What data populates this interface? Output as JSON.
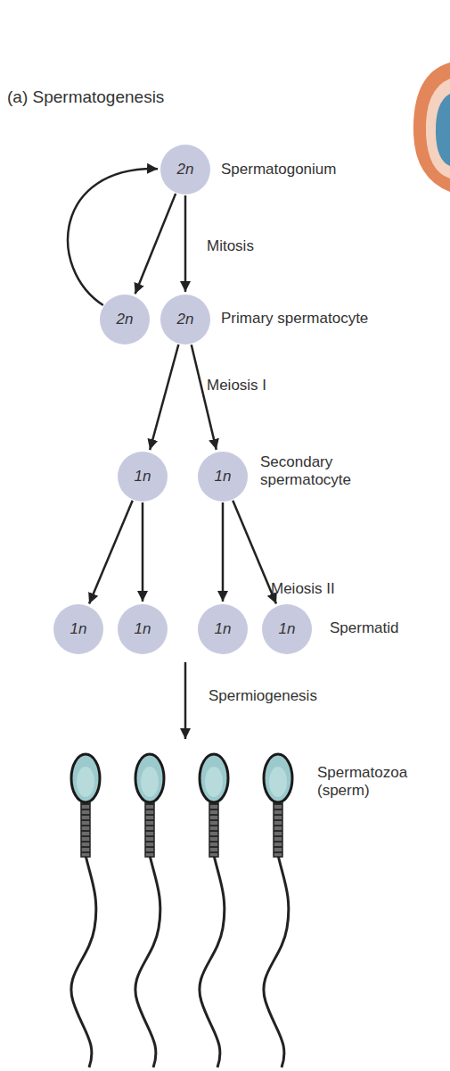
{
  "diagram": {
    "title": "(a) Spermatogenesis",
    "nodes": [
      {
        "text": [
          "2n"
        ]
      },
      {
        "text": [
          "2n"
        ]
      },
      {
        "text": [
          "2n"
        ]
      },
      {
        "text": [
          "1n"
        ]
      },
      {
        "text": [
          "1n"
        ]
      },
      {
        "text": [
          "1n"
        ]
      },
      {
        "text": [
          "1n"
        ]
      },
      {
        "text": [
          "1n"
        ]
      },
      {
        "text": [
          "1n"
        ]
      }
    ],
    "edges": [
      {
        "from": 0,
        "to": 1,
        "arrow": "to"
      },
      {
        "from": 0,
        "to": 2,
        "arrow": "to"
      },
      {
        "from": 1,
        "to": 0,
        "arrow": "to"
      },
      {
        "from": 2,
        "to": 3,
        "arrow": "to"
      },
      {
        "from": 2,
        "to": 4,
        "arrow": "to"
      },
      {
        "from": 3,
        "to": 5,
        "arrow": "to"
      },
      {
        "from": 3,
        "to": 6,
        "arrow": "to"
      },
      {
        "from": 4,
        "to": 7,
        "arrow": "to"
      },
      {
        "from": 4,
        "to": 8,
        "arrow": "to"
      }
    ],
    "labels": [
      "Spermatogonium",
      "Mitosis",
      "Primary spermatocyte",
      "Meiosis I",
      "Secondary spermatocyte",
      "Meiosis II",
      "Spermatid",
      "Spermiogenesis",
      "Spermatozoa (sperm)"
    ]
  }
}
